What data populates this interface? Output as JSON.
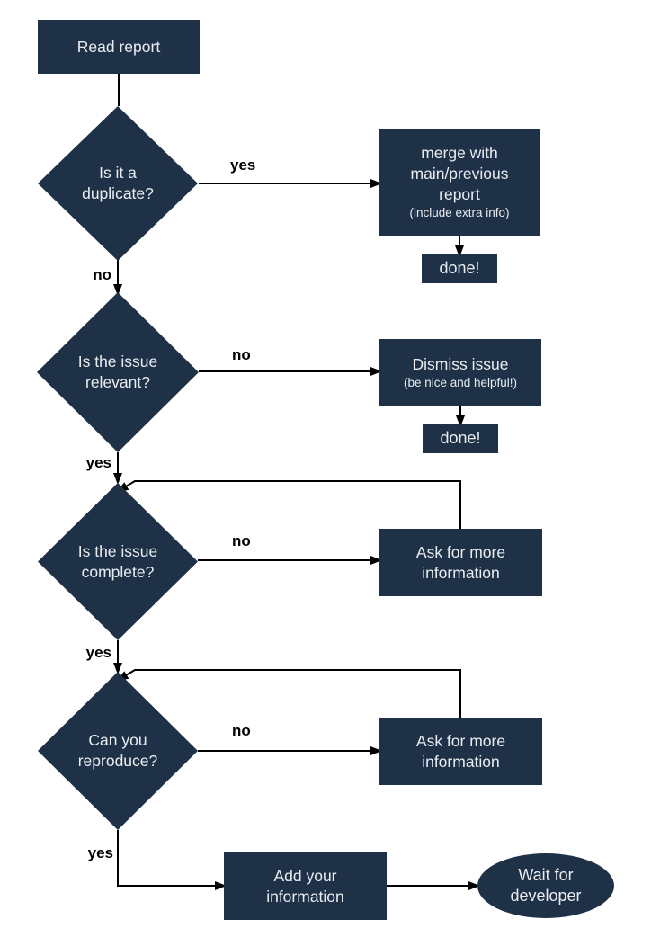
{
  "colors": {
    "node_fill": "#1e3147",
    "node_text": "#e9edf2",
    "line": "#000000",
    "edge_label_text": "#000000",
    "background": "#ffffff"
  },
  "nodes": {
    "read_report": {
      "label": "Read report"
    },
    "is_duplicate": {
      "label": "Is it a duplicate?"
    },
    "merge_report": {
      "label": "merge with main/previous report",
      "note": "(include extra info)"
    },
    "done_after_merge": {
      "label": "done!"
    },
    "is_relevant": {
      "label": "Is the issue relevant?"
    },
    "dismiss_issue": {
      "label": "Dismiss issue",
      "note": "(be nice and helpful!)"
    },
    "done_after_dismiss": {
      "label": "done!"
    },
    "is_complete": {
      "label": "Is the issue complete?"
    },
    "ask_more_info_1": {
      "label": "Ask for more information"
    },
    "can_reproduce": {
      "label": "Can you reproduce?"
    },
    "ask_more_info_2": {
      "label": "Ask for more information"
    },
    "add_information": {
      "label": "Add your information"
    },
    "wait_for_developer": {
      "label": "Wait for developer"
    }
  },
  "edge_labels": {
    "duplicate_yes": "yes",
    "duplicate_no": "no",
    "relevant_no": "no",
    "relevant_yes": "yes",
    "complete_no": "no",
    "complete_yes": "yes",
    "reproduce_no": "no",
    "reproduce_yes": "yes"
  }
}
